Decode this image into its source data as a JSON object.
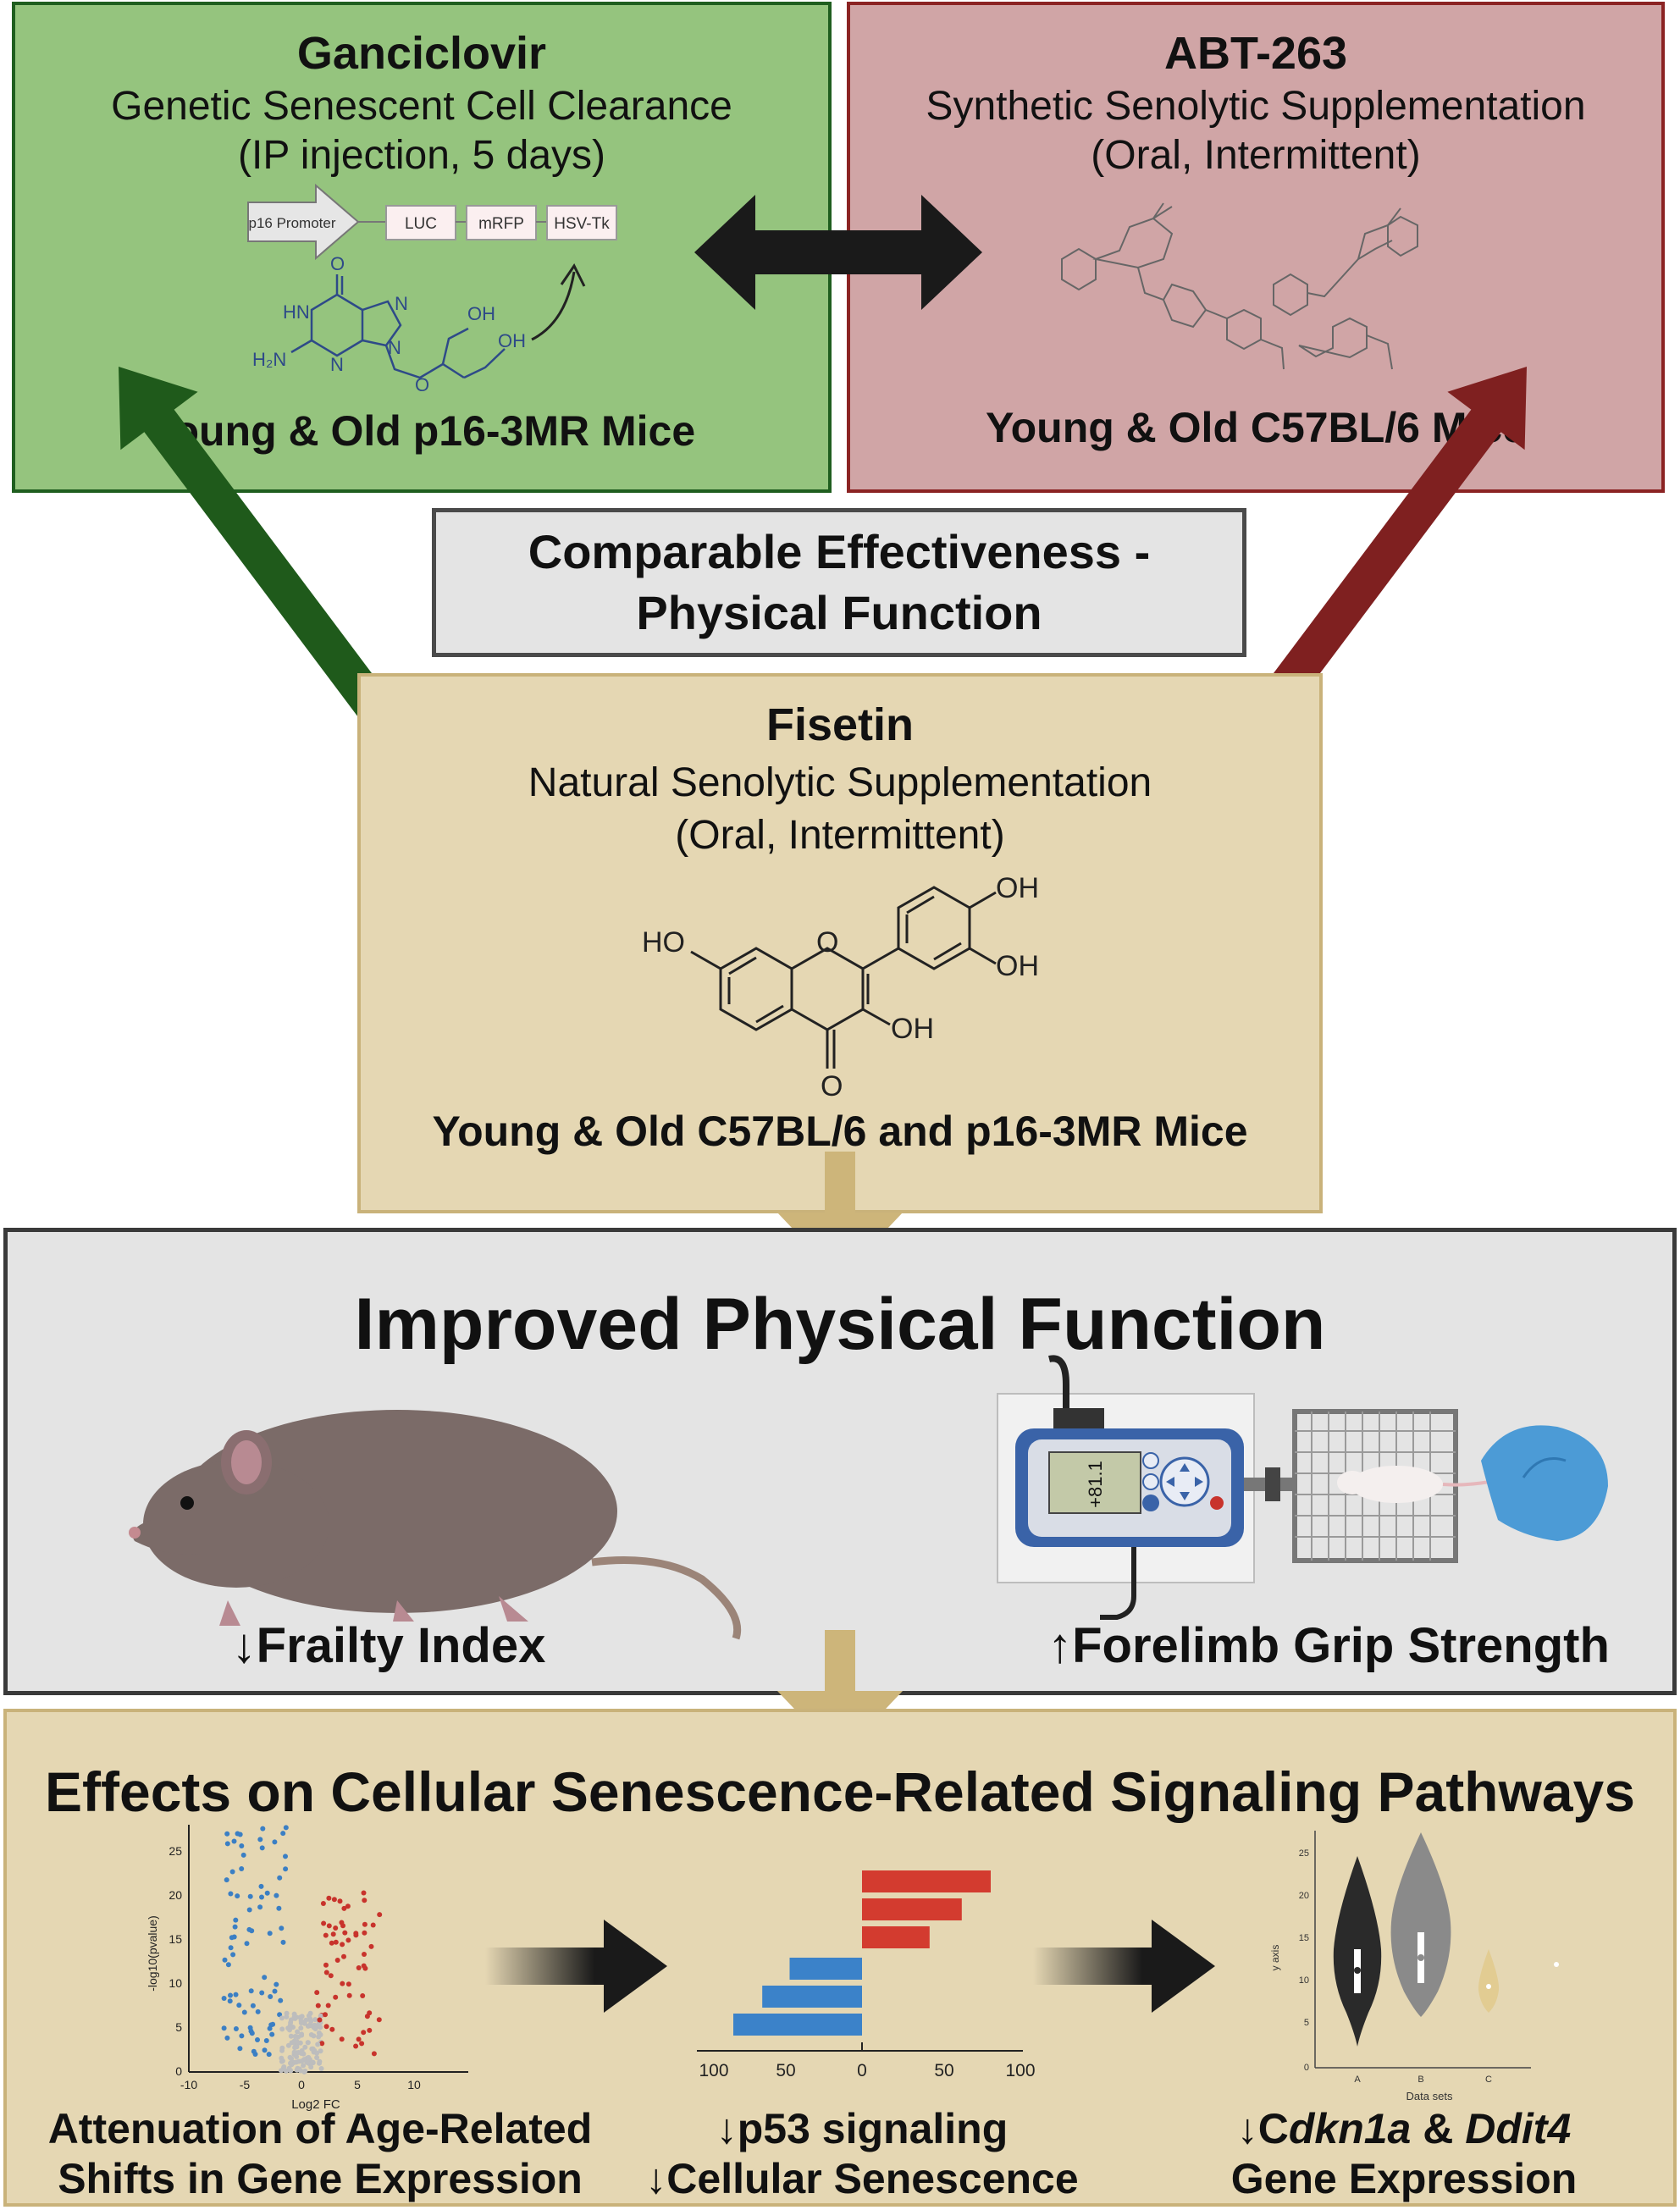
{
  "colors": {
    "green_fill": "#95c47e",
    "green_stroke": "#1f5e1f",
    "red_fill": "#d0a5a6",
    "red_stroke": "#8b2323",
    "tan_fill": "#e5d7b3",
    "tan_stroke": "#c9b27a",
    "grey_fill": "#e4e4e4",
    "grey_stroke": "#3a3a3a",
    "arrow_green": "#1f5a1b",
    "arrow_red": "#7f2020",
    "arrow_tan": "#cdb57a",
    "volcano_blue": "#3b7fc4",
    "volcano_red": "#c8332c",
    "bar_blue": "#3b82c9",
    "bar_red": "#d33b2f"
  },
  "ganciclovir": {
    "title": "Ganciclovir",
    "subtitle": "Genetic Senescent Cell Clearance",
    "detail": "(IP injection, 5 days)",
    "construct": [
      "p16 Promoter",
      "LUC",
      "mRFP",
      "HSV-Tk"
    ],
    "mice": "Young & Old p16-3MR Mice",
    "atoms": {
      "o": "O",
      "hn": "HN",
      "n1": "N",
      "n2": "N",
      "n3": "N",
      "h2n": "H₂N",
      "oh1": "OH",
      "oh2": "OH",
      "o2": "O"
    }
  },
  "abt": {
    "title": "ABT-263",
    "subtitle": "Synthetic Senolytic Supplementation",
    "detail": "(Oral, Intermittent)",
    "mice": "Young & Old C57BL/6 Mice"
  },
  "comparable": {
    "line1": "Comparable Effectiveness -",
    "line2": "Physical Function"
  },
  "fisetin": {
    "title": "Fisetin",
    "subtitle": "Natural Senolytic Supplementation",
    "detail": "(Oral, Intermittent)",
    "mice": "Young & Old C57BL/6 and p16-3MR Mice",
    "atoms": {
      "ho": "HO",
      "o_ring": "O",
      "oh_top": "OH",
      "oh_right": "OH",
      "oh_low": "OH",
      "o_bottom": "O"
    }
  },
  "improved": {
    "title": "Improved Physical Function",
    "frailty": "↓Frailty Index",
    "grip": "↑Forelimb Grip Strength",
    "meter_reading": "+81.1"
  },
  "effects": {
    "title": "Effects on Cellular Senescence-Related Signaling Pathways",
    "caption1_l1": "Attenuation of Age-Related",
    "caption1_l2": "Shifts in Gene Expression",
    "caption2_l1": "↓p53 signaling",
    "caption2_l2": "↓Cellular Senescence",
    "caption3_prefix": "↓C",
    "caption3_gene1": "dkn1a",
    "caption3_amp": " & ",
    "caption3_gene2": "Ddit4",
    "caption3_l2": "Gene Expression"
  },
  "volcano": {
    "y_ticks": [
      "25",
      "20",
      "15",
      "10",
      "5",
      "0"
    ],
    "x_ticks": [
      "-10",
      "-5",
      "0",
      "5",
      "10"
    ],
    "xlabel": "Log2 FC",
    "ylabel": "-log10(pvalue)"
  },
  "bars": {
    "axis_ticks": [
      "100",
      "50",
      "0",
      "50",
      "100"
    ],
    "red_values": [
      80,
      62,
      42
    ],
    "blue_values": [
      45,
      62,
      80
    ]
  },
  "violin": {
    "y_ticks": [
      "25",
      "20",
      "15",
      "10",
      "5",
      "0"
    ],
    "categories": [
      "A",
      "B",
      "C"
    ],
    "xlabel": "Data sets",
    "ylabel": "y axis"
  }
}
